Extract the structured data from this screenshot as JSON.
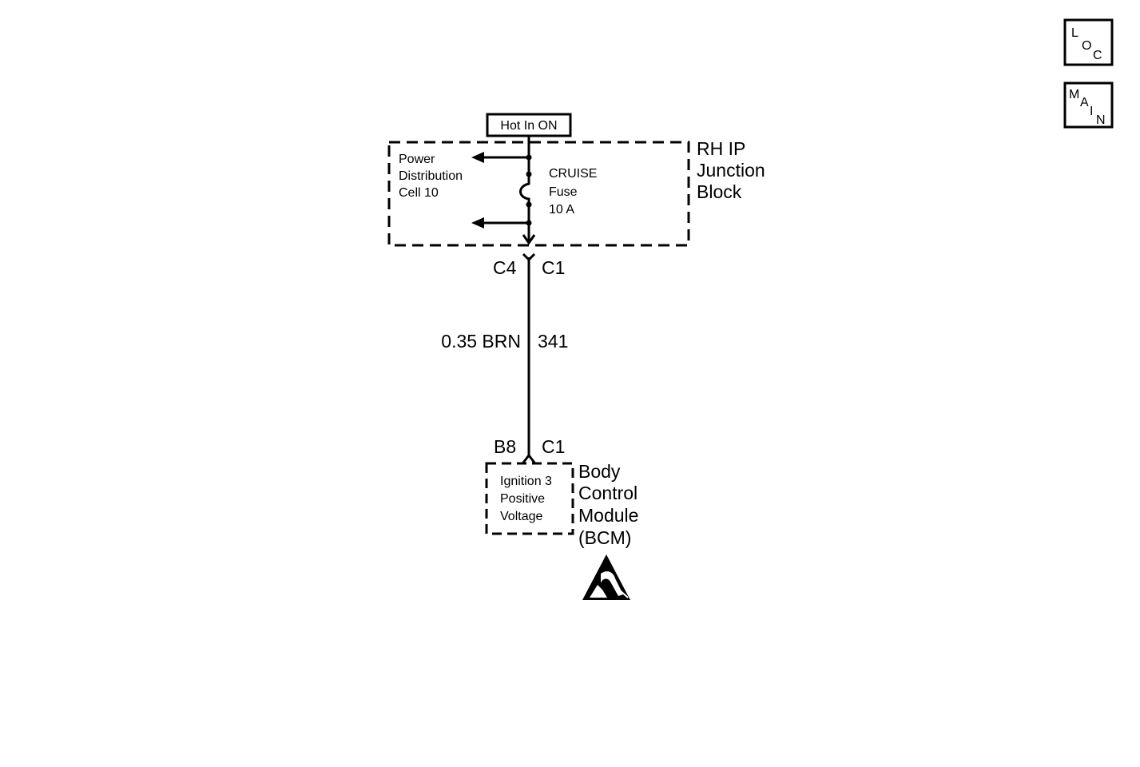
{
  "nav": {
    "loc": {
      "letters": [
        "L",
        "O",
        "C"
      ]
    },
    "main": {
      "letters": [
        "M",
        "A",
        "I",
        "N"
      ]
    }
  },
  "source": {
    "label": "Hot In ON"
  },
  "junction_block": {
    "name_lines": [
      "RH IP",
      "Junction",
      "Block"
    ],
    "cell_lines": [
      "Power",
      "Distribution",
      "Cell 10"
    ],
    "fuse_lines": [
      "CRUISE",
      "Fuse",
      "10 A"
    ]
  },
  "connector_top": {
    "left": "C4",
    "right": "C1"
  },
  "wire": {
    "gauge_color": "0.35 BRN",
    "circuit": "341"
  },
  "connector_bottom": {
    "left": "B8",
    "right": "C1"
  },
  "bcm": {
    "name_lines": [
      "Body",
      "Control",
      "Module",
      "(BCM)"
    ],
    "input_lines": [
      "Ignition 3",
      "Positive",
      "Voltage"
    ]
  },
  "esd_icon": "esd-warning-icon"
}
